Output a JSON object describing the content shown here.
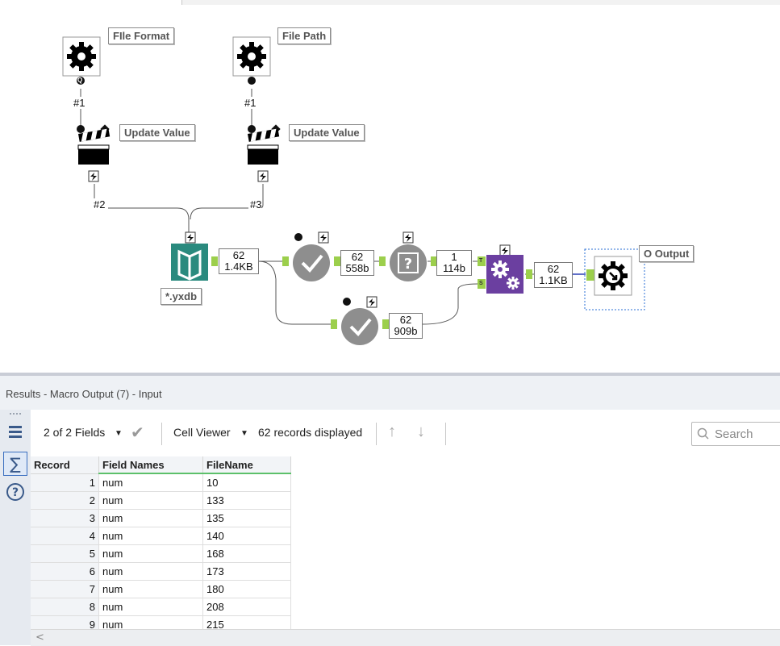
{
  "canvas": {
    "annotations": {
      "file_format": "FIle Format",
      "file_path": "File Path",
      "update_value_1": "Update Value",
      "update_value_2": "Update Value",
      "yxdb": "*.yxdb",
      "output": "O Output"
    },
    "connection_labels": {
      "c1_left": "#1",
      "c1_right": "#1",
      "c2": "#2",
      "c3": "#3"
    },
    "record_boxes": [
      {
        "count": "62",
        "size": "1.4KB"
      },
      {
        "count": "62",
        "size": "558b"
      },
      {
        "count": "1",
        "size": "114b"
      },
      {
        "count": "62",
        "size": "909b"
      },
      {
        "count": "62",
        "size": "1.1KB"
      }
    ],
    "anchor_labels": {
      "q": "Q",
      "t": "T",
      "s": "S"
    }
  },
  "results": {
    "title": "Results - Macro Output (7) - Input",
    "toolbar": {
      "fields": "2 of 2 Fields",
      "cell_viewer": "Cell Viewer",
      "records_displayed": "62 records displayed",
      "search_placeholder": "Search"
    },
    "columns": [
      "Record",
      "Field Names",
      "FileName"
    ],
    "rows": [
      [
        "1",
        "num",
        "10"
      ],
      [
        "2",
        "num",
        "133"
      ],
      [
        "3",
        "num",
        "135"
      ],
      [
        "4",
        "num",
        "140"
      ],
      [
        "5",
        "num",
        "168"
      ],
      [
        "6",
        "num",
        "173"
      ],
      [
        "7",
        "num",
        "180"
      ],
      [
        "8",
        "num",
        "208"
      ],
      [
        "9",
        "num",
        "215"
      ]
    ]
  },
  "colors": {
    "accent": "#2a8a7e",
    "green_anchor": "#9ccf4c",
    "purple_tool": "#6b3fa0",
    "gray_tool": "#8c8c8c"
  }
}
